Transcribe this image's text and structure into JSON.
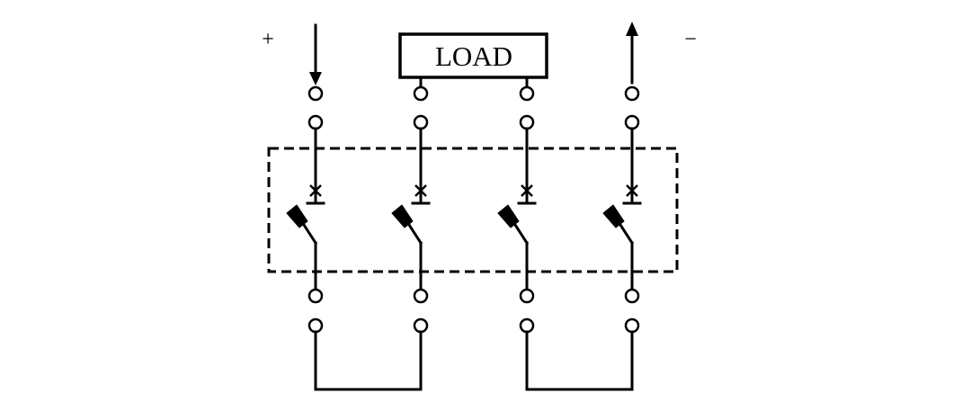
{
  "diagram": {
    "load_label": "LOAD",
    "positive_label": "+",
    "negative_label": "−",
    "poles": [
      {
        "id": "pole-1",
        "current": "in"
      },
      {
        "id": "pole-2",
        "current": "none"
      },
      {
        "id": "pole-3",
        "current": "none"
      },
      {
        "id": "pole-4",
        "current": "out"
      }
    ],
    "links": [
      {
        "from": "pole-1",
        "to": "pole-2"
      },
      {
        "from": "pole-3",
        "to": "pole-4"
      }
    ],
    "load_connects": [
      "pole-2",
      "pole-3"
    ]
  }
}
